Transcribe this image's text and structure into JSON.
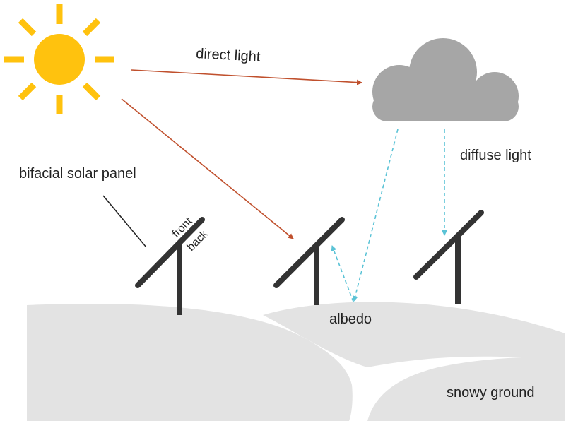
{
  "labels": {
    "direct_light": "direct light",
    "diffuse_light": "diffuse light",
    "bifacial_panel": "bifacial solar panel",
    "front": "front",
    "back": "back",
    "albedo": "albedo",
    "snowy_ground": "snowy ground"
  },
  "colors": {
    "sun": "#FFC20E",
    "cloud": "#A6A6A6",
    "direct_ray": "#C0502D",
    "diffuse_ray": "#5BC3D6",
    "ground": "#E3E3E3",
    "panel": "#333333"
  },
  "icons": {
    "sun": "sun-icon",
    "cloud": "cloud-icon"
  }
}
